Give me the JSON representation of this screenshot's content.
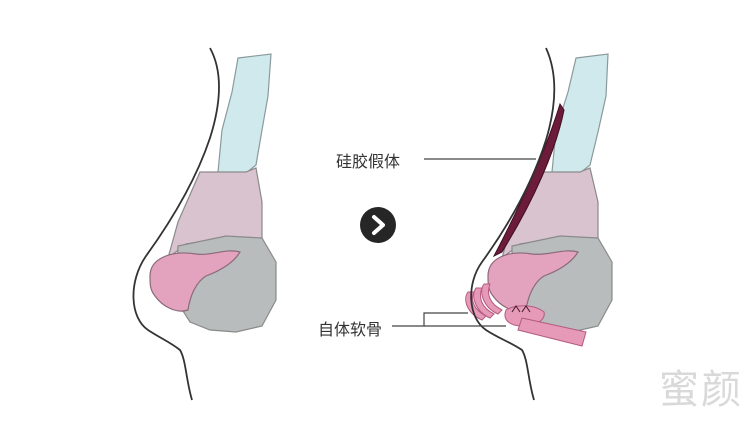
{
  "labels": {
    "implant": "硅胶假体",
    "cartilage": "自体软骨"
  },
  "watermark": "蜜颜",
  "icons": {
    "transition": "chevron-right-icon"
  },
  "colors": {
    "outline": "#333333",
    "bridge_cyan": "#cfe9ec",
    "upper_lateral_mauve": "#d8c3cf",
    "lower_gray": "#b9bcbc",
    "alar_pink": "#e3a2be",
    "implant_dark": "#6d1b3a",
    "cartilage_pink": "#e79ab8",
    "arrow_bg": "#262626"
  }
}
